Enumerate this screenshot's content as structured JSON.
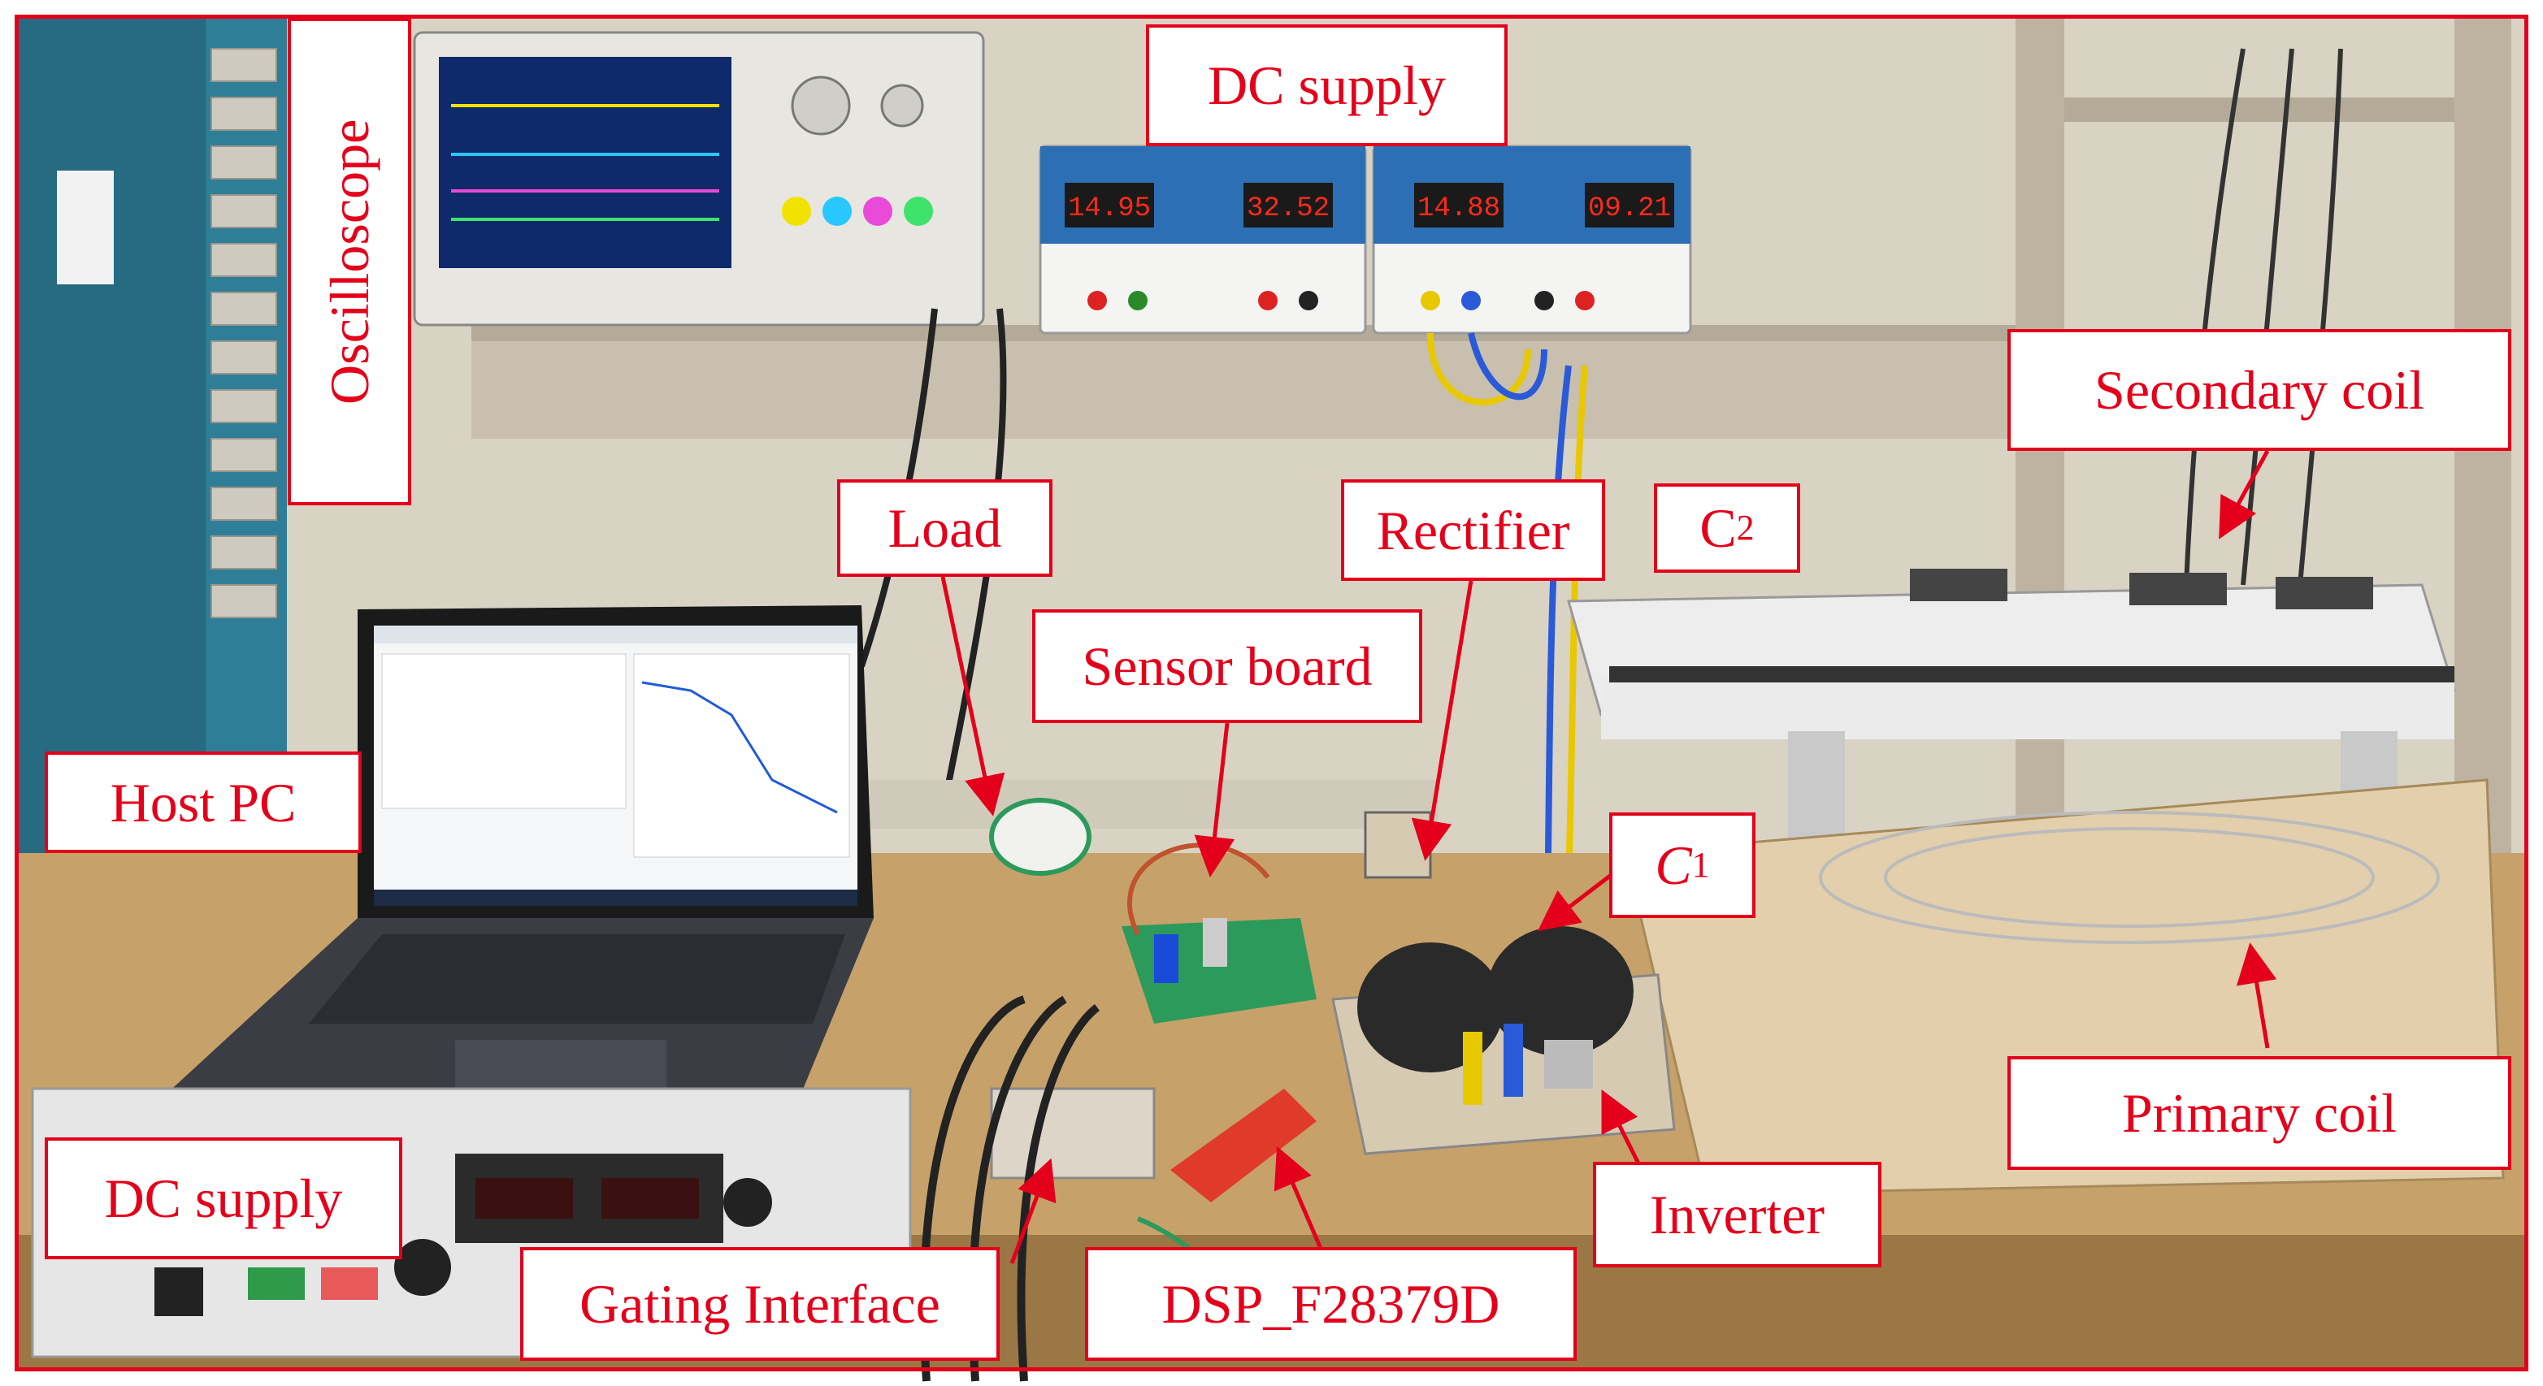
{
  "labels": {
    "oscilloscope": "Oscilloscope",
    "dc_supply_top": "DC supply",
    "secondary_coil": "Secondary coil",
    "load": "Load",
    "rectifier": "Rectifier",
    "c2_main": "C",
    "c2_sub": "2",
    "sensor_board": "Sensor board",
    "host_pc": "Host PC",
    "c1_main": "C",
    "c1_sub": "1",
    "primary_coil": "Primary coil",
    "dc_supply_bottom": "DC supply",
    "inverter": "Inverter",
    "gating_interface": "Gating Interface",
    "dsp": "DSP_F28379D"
  },
  "instrument_readouts": {
    "supply1_left": "14.95",
    "supply1_right": "32.52",
    "supply2_left": "14.88",
    "supply2_right": "09.21"
  },
  "colors": {
    "annotation": "#e4001b",
    "label_background": "#ffffff"
  }
}
